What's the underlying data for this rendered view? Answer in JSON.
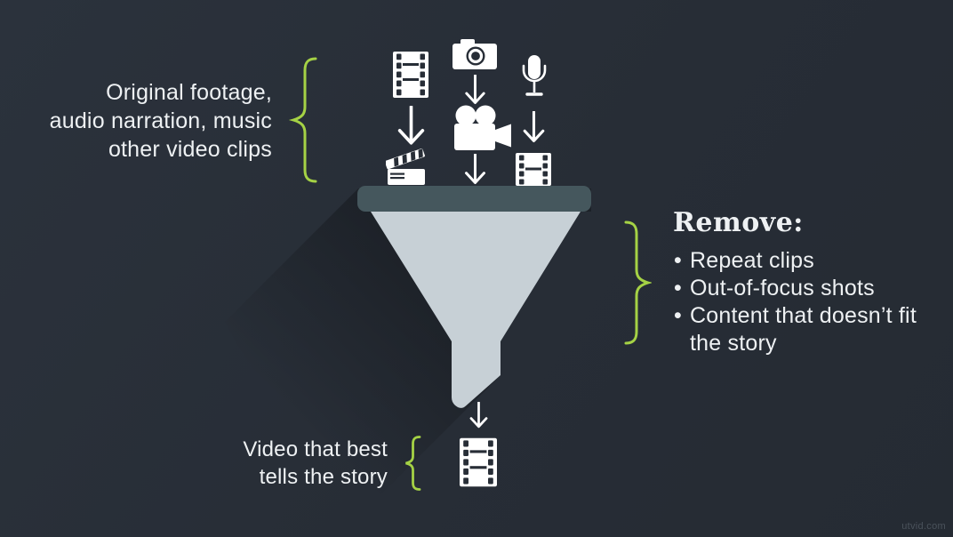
{
  "colors": {
    "background": "#272d36",
    "background_light": "#2b323c",
    "funnel_body": "#c7d0d6",
    "funnel_rim": "#45575d",
    "accent_green": "#a5d245",
    "text": "#eef1f3",
    "watermark": "#4a525b"
  },
  "input_label": {
    "lines": [
      "Original footage,",
      "audio narration, music",
      "other video clips"
    ]
  },
  "remove": {
    "heading": "Remove:",
    "bullet": "•",
    "items": [
      "Repeat clips",
      "Out-of-focus shots",
      "Content that doesn’t fit the story"
    ]
  },
  "output_label": {
    "lines": [
      "Video that best",
      "tells the story"
    ]
  },
  "icons": {
    "input_row_1": [
      "film-strip",
      "photo-camera",
      "microphone"
    ],
    "input_row_2": [
      "down-arrow",
      "video-camera",
      "down-arrow"
    ],
    "input_row_3": [
      "clapperboard",
      "down-arrow",
      "film-strip"
    ],
    "funnel": "funnel",
    "output": [
      "down-arrow",
      "film-strip"
    ]
  },
  "watermark": "utvid.com"
}
